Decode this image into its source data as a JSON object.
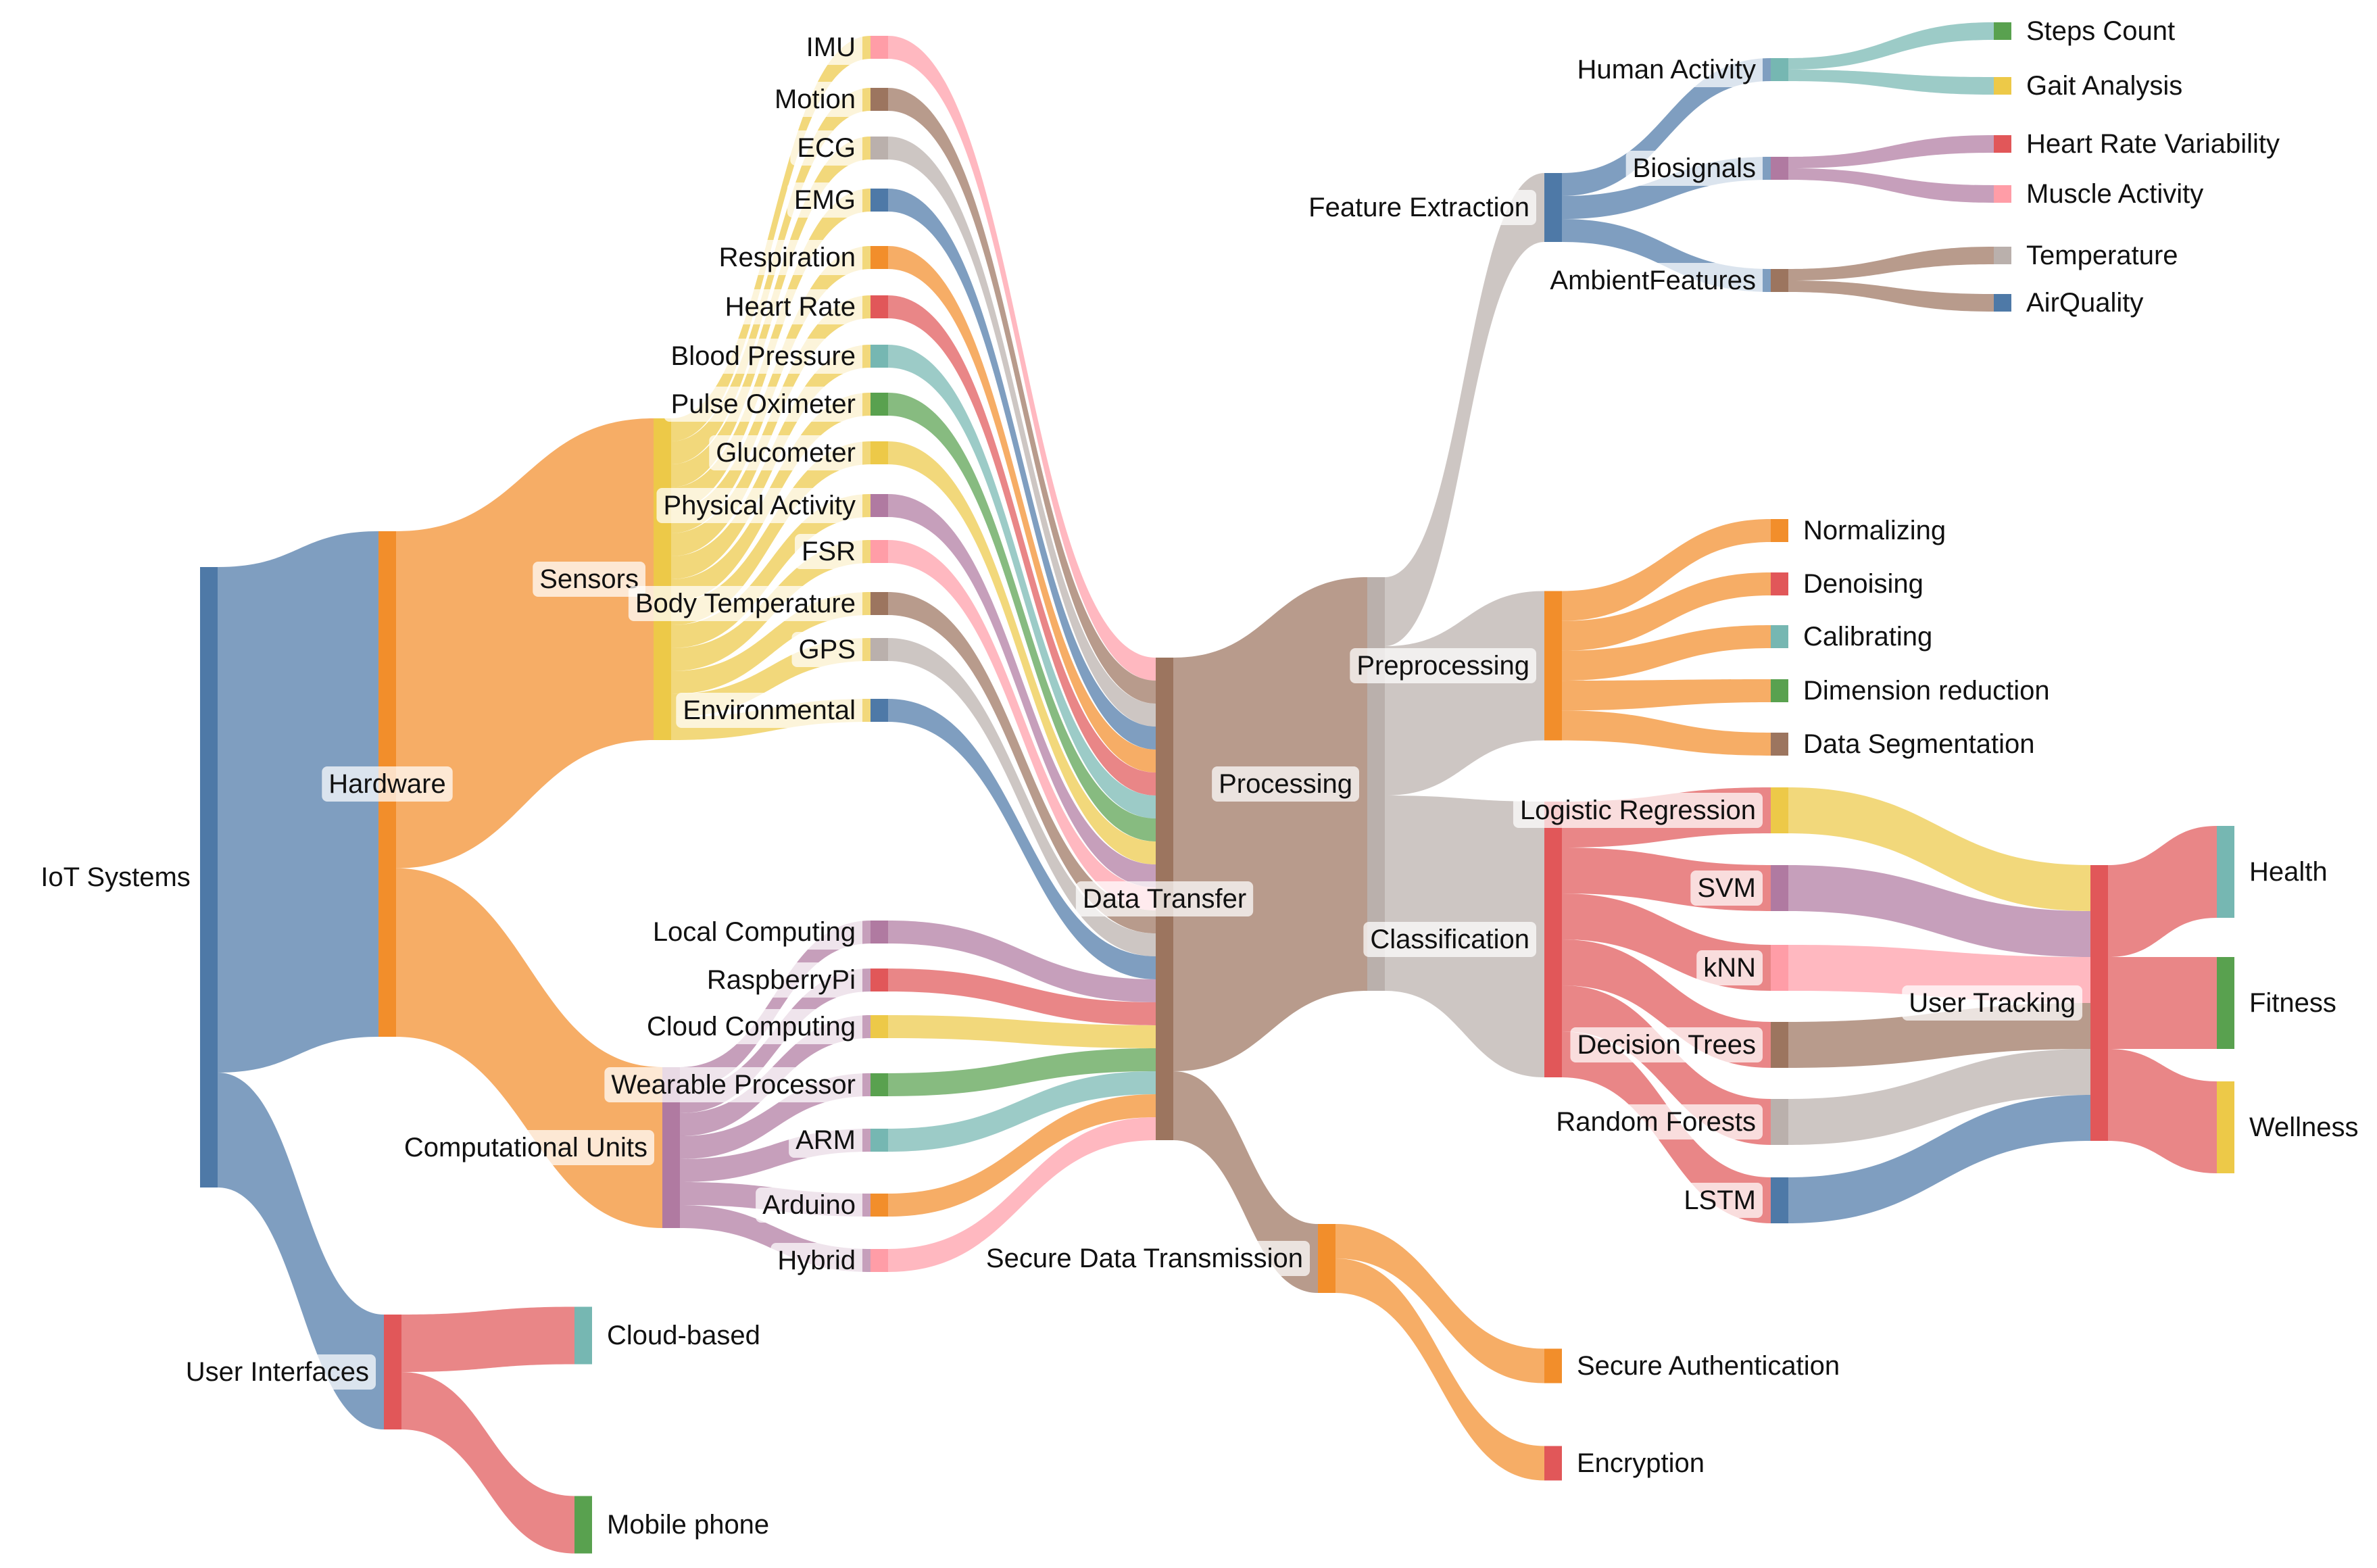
{
  "colors": {
    "blue": "#4E79A7",
    "orange": "#F28E2B",
    "red": "#E15759",
    "teal": "#76B7B2",
    "green": "#59A14F",
    "yellow": "#EDC948",
    "purple": "#B07AA1",
    "pink": "#FF9DA7",
    "brown": "#9C755F",
    "grey": "#BAB0AC"
  },
  "nodes": [
    {
      "id": "iot",
      "label": "IoT Systems",
      "color": "blue"
    },
    {
      "id": "hardware",
      "label": "Hardware",
      "color": "orange"
    },
    {
      "id": "user_interfaces",
      "label": "User Interfaces",
      "color": "red"
    },
    {
      "id": "sensors",
      "label": "Sensors",
      "color": "yellow"
    },
    {
      "id": "computational_units",
      "label": "Computational Units",
      "color": "purple"
    },
    {
      "id": "cloud_based",
      "label": "Cloud-based",
      "color": "teal"
    },
    {
      "id": "mobile_phone",
      "label": "Mobile phone",
      "color": "green"
    },
    {
      "id": "imu",
      "label": "IMU",
      "color": "pink"
    },
    {
      "id": "motion",
      "label": "Motion",
      "color": "brown"
    },
    {
      "id": "ecg",
      "label": "ECG",
      "color": "grey"
    },
    {
      "id": "emg",
      "label": "EMG",
      "color": "blue"
    },
    {
      "id": "respiration",
      "label": "Respiration",
      "color": "orange"
    },
    {
      "id": "heart_rate",
      "label": "Heart Rate",
      "color": "red"
    },
    {
      "id": "blood_pressure",
      "label": "Blood Pressure",
      "color": "teal"
    },
    {
      "id": "pulse_oximeter",
      "label": "Pulse Oximeter",
      "color": "green"
    },
    {
      "id": "glucometer",
      "label": "Glucometer",
      "color": "yellow"
    },
    {
      "id": "physical_activity",
      "label": "Physical Activity",
      "color": "purple"
    },
    {
      "id": "fsr",
      "label": "FSR",
      "color": "pink"
    },
    {
      "id": "body_temperature",
      "label": "Body Temperature",
      "color": "brown"
    },
    {
      "id": "gps",
      "label": "GPS",
      "color": "grey"
    },
    {
      "id": "environmental",
      "label": "Environmental",
      "color": "blue"
    },
    {
      "id": "local_computing",
      "label": "Local Computing",
      "color": "purple"
    },
    {
      "id": "raspberrypi",
      "label": "RaspberryPi",
      "color": "red"
    },
    {
      "id": "cloud_computing",
      "label": "Cloud Computing",
      "color": "yellow"
    },
    {
      "id": "wearable_processor",
      "label": "Wearable Processor",
      "color": "green"
    },
    {
      "id": "arm",
      "label": "ARM",
      "color": "teal"
    },
    {
      "id": "arduino",
      "label": "Arduino",
      "color": "orange"
    },
    {
      "id": "hybrid",
      "label": "Hybrid",
      "color": "pink"
    },
    {
      "id": "data_transfer",
      "label": "Data Transfer",
      "color": "brown"
    },
    {
      "id": "processing",
      "label": "Processing",
      "color": "grey"
    },
    {
      "id": "secure_data_transmission",
      "label": "Secure Data Transmission",
      "color": "orange"
    },
    {
      "id": "feature_extraction",
      "label": "Feature Extraction",
      "color": "blue"
    },
    {
      "id": "preprocessing",
      "label": "Preprocessing",
      "color": "orange"
    },
    {
      "id": "classification",
      "label": "Classification",
      "color": "red"
    },
    {
      "id": "secure_authentication",
      "label": "Secure Authentication",
      "color": "orange"
    },
    {
      "id": "encryption",
      "label": "Encryption",
      "color": "red"
    },
    {
      "id": "human_activity",
      "label": "Human Activity",
      "color": "teal"
    },
    {
      "id": "biosignals",
      "label": "Biosignals",
      "color": "purple"
    },
    {
      "id": "ambient_features",
      "label": "AmbientFeatures",
      "color": "brown"
    },
    {
      "id": "normalizing",
      "label": "Normalizing",
      "color": "orange"
    },
    {
      "id": "denoising",
      "label": "Denoising",
      "color": "red"
    },
    {
      "id": "calibrating",
      "label": "Calibrating",
      "color": "teal"
    },
    {
      "id": "dimension_reduction",
      "label": "Dimension reduction",
      "color": "green"
    },
    {
      "id": "data_segmentation",
      "label": "Data Segmentation",
      "color": "brown"
    },
    {
      "id": "logistic_regression",
      "label": "Logistic Regression",
      "color": "yellow"
    },
    {
      "id": "svm",
      "label": "SVM",
      "color": "purple"
    },
    {
      "id": "knn",
      "label": "kNN",
      "color": "pink"
    },
    {
      "id": "decision_trees",
      "label": "Decision Trees",
      "color": "brown"
    },
    {
      "id": "random_forests",
      "label": "Random Forests",
      "color": "grey"
    },
    {
      "id": "lstm",
      "label": "LSTM",
      "color": "blue"
    },
    {
      "id": "steps_count",
      "label": "Steps Count",
      "color": "green"
    },
    {
      "id": "gait_analysis",
      "label": "Gait Analysis",
      "color": "yellow"
    },
    {
      "id": "hrv",
      "label": "Heart Rate Variability",
      "color": "red"
    },
    {
      "id": "muscle_activity",
      "label": "Muscle Activity",
      "color": "pink"
    },
    {
      "id": "temperature",
      "label": "Temperature",
      "color": "grey"
    },
    {
      "id": "air_quality",
      "label": "AirQuality",
      "color": "blue"
    },
    {
      "id": "user_tracking",
      "label": "User Tracking",
      "color": "red"
    },
    {
      "id": "health",
      "label": "Health",
      "color": "teal"
    },
    {
      "id": "fitness",
      "label": "Fitness",
      "color": "green"
    },
    {
      "id": "wellness",
      "label": "Wellness",
      "color": "yellow"
    }
  ],
  "links": [
    {
      "source": "iot",
      "target": "hardware",
      "value": 22
    },
    {
      "source": "iot",
      "target": "user_interfaces",
      "value": 5
    },
    {
      "source": "hardware",
      "target": "sensors",
      "value": 14
    },
    {
      "source": "hardware",
      "target": "computational_units",
      "value": 7
    },
    {
      "source": "user_interfaces",
      "target": "cloud_based",
      "value": 2.5
    },
    {
      "source": "user_interfaces",
      "target": "mobile_phone",
      "value": 2.5
    },
    {
      "source": "sensors",
      "target": "imu",
      "value": 1
    },
    {
      "source": "sensors",
      "target": "motion",
      "value": 1
    },
    {
      "source": "sensors",
      "target": "ecg",
      "value": 1
    },
    {
      "source": "sensors",
      "target": "emg",
      "value": 1
    },
    {
      "source": "sensors",
      "target": "respiration",
      "value": 1
    },
    {
      "source": "sensors",
      "target": "heart_rate",
      "value": 1
    },
    {
      "source": "sensors",
      "target": "blood_pressure",
      "value": 1
    },
    {
      "source": "sensors",
      "target": "pulse_oximeter",
      "value": 1
    },
    {
      "source": "sensors",
      "target": "glucometer",
      "value": 1
    },
    {
      "source": "sensors",
      "target": "physical_activity",
      "value": 1
    },
    {
      "source": "sensors",
      "target": "fsr",
      "value": 1
    },
    {
      "source": "sensors",
      "target": "body_temperature",
      "value": 1
    },
    {
      "source": "sensors",
      "target": "gps",
      "value": 1
    },
    {
      "source": "sensors",
      "target": "environmental",
      "value": 1
    },
    {
      "source": "computational_units",
      "target": "local_computing",
      "value": 1
    },
    {
      "source": "computational_units",
      "target": "raspberrypi",
      "value": 1
    },
    {
      "source": "computational_units",
      "target": "cloud_computing",
      "value": 1
    },
    {
      "source": "computational_units",
      "target": "wearable_processor",
      "value": 1
    },
    {
      "source": "computational_units",
      "target": "arm",
      "value": 1
    },
    {
      "source": "computational_units",
      "target": "arduino",
      "value": 1
    },
    {
      "source": "computational_units",
      "target": "hybrid",
      "value": 1
    },
    {
      "source": "imu",
      "target": "data_transfer",
      "value": 1
    },
    {
      "source": "motion",
      "target": "data_transfer",
      "value": 1
    },
    {
      "source": "ecg",
      "target": "data_transfer",
      "value": 1
    },
    {
      "source": "emg",
      "target": "data_transfer",
      "value": 1
    },
    {
      "source": "respiration",
      "target": "data_transfer",
      "value": 1
    },
    {
      "source": "heart_rate",
      "target": "data_transfer",
      "value": 1
    },
    {
      "source": "blood_pressure",
      "target": "data_transfer",
      "value": 1
    },
    {
      "source": "pulse_oximeter",
      "target": "data_transfer",
      "value": 1
    },
    {
      "source": "glucometer",
      "target": "data_transfer",
      "value": 1
    },
    {
      "source": "physical_activity",
      "target": "data_transfer",
      "value": 1
    },
    {
      "source": "fsr",
      "target": "data_transfer",
      "value": 1
    },
    {
      "source": "body_temperature",
      "target": "data_transfer",
      "value": 1
    },
    {
      "source": "gps",
      "target": "data_transfer",
      "value": 1
    },
    {
      "source": "environmental",
      "target": "data_transfer",
      "value": 1
    },
    {
      "source": "local_computing",
      "target": "data_transfer",
      "value": 1
    },
    {
      "source": "raspberrypi",
      "target": "data_transfer",
      "value": 1
    },
    {
      "source": "cloud_computing",
      "target": "data_transfer",
      "value": 1
    },
    {
      "source": "wearable_processor",
      "target": "data_transfer",
      "value": 1
    },
    {
      "source": "arm",
      "target": "data_transfer",
      "value": 1
    },
    {
      "source": "arduino",
      "target": "data_transfer",
      "value": 1
    },
    {
      "source": "hybrid",
      "target": "data_transfer",
      "value": 1
    },
    {
      "source": "data_transfer",
      "target": "processing",
      "value": 18
    },
    {
      "source": "data_transfer",
      "target": "secure_data_transmission",
      "value": 3
    },
    {
      "source": "processing",
      "target": "feature_extraction",
      "value": 3
    },
    {
      "source": "processing",
      "target": "preprocessing",
      "value": 6.5
    },
    {
      "source": "processing",
      "target": "classification",
      "value": 8.5
    },
    {
      "source": "secure_data_transmission",
      "target": "secure_authentication",
      "value": 1.5
    },
    {
      "source": "secure_data_transmission",
      "target": "encryption",
      "value": 1.5
    },
    {
      "source": "feature_extraction",
      "target": "human_activity",
      "value": 1
    },
    {
      "source": "feature_extraction",
      "target": "biosignals",
      "value": 1
    },
    {
      "source": "feature_extraction",
      "target": "ambient_features",
      "value": 1
    },
    {
      "source": "preprocessing",
      "target": "normalizing",
      "value": 1
    },
    {
      "source": "preprocessing",
      "target": "denoising",
      "value": 1
    },
    {
      "source": "preprocessing",
      "target": "calibrating",
      "value": 1
    },
    {
      "source": "preprocessing",
      "target": "dimension_reduction",
      "value": 1
    },
    {
      "source": "preprocessing",
      "target": "data_segmentation",
      "value": 1
    },
    {
      "source": "classification",
      "target": "logistic_regression",
      "value": 2
    },
    {
      "source": "classification",
      "target": "svm",
      "value": 2
    },
    {
      "source": "classification",
      "target": "knn",
      "value": 2
    },
    {
      "source": "classification",
      "target": "decision_trees",
      "value": 2
    },
    {
      "source": "classification",
      "target": "random_forests",
      "value": 2
    },
    {
      "source": "classification",
      "target": "lstm",
      "value": 2
    },
    {
      "source": "human_activity",
      "target": "steps_count",
      "value": 0.5
    },
    {
      "source": "human_activity",
      "target": "gait_analysis",
      "value": 0.5
    },
    {
      "source": "biosignals",
      "target": "hrv",
      "value": 0.5
    },
    {
      "source": "biosignals",
      "target": "muscle_activity",
      "value": 0.5
    },
    {
      "source": "ambient_features",
      "target": "temperature",
      "value": 0.5
    },
    {
      "source": "ambient_features",
      "target": "air_quality",
      "value": 0.5
    },
    {
      "source": "logistic_regression",
      "target": "user_tracking",
      "value": 2
    },
    {
      "source": "svm",
      "target": "user_tracking",
      "value": 2
    },
    {
      "source": "knn",
      "target": "user_tracking",
      "value": 2
    },
    {
      "source": "decision_trees",
      "target": "user_tracking",
      "value": 2
    },
    {
      "source": "random_forests",
      "target": "user_tracking",
      "value": 2
    },
    {
      "source": "lstm",
      "target": "user_tracking",
      "value": 2
    },
    {
      "source": "user_tracking",
      "target": "health",
      "value": 4
    },
    {
      "source": "user_tracking",
      "target": "fitness",
      "value": 4
    },
    {
      "source": "user_tracking",
      "target": "wellness",
      "value": 4
    }
  ]
}
